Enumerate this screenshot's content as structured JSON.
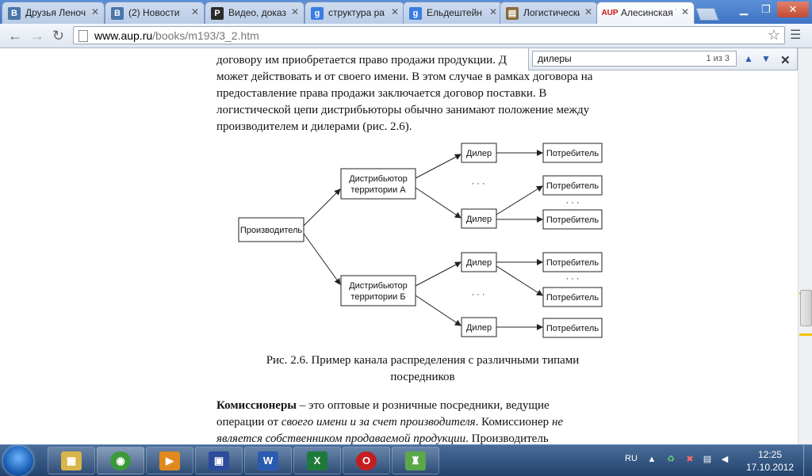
{
  "tabs": [
    {
      "title": "Друзья Леноч",
      "favicon": "В",
      "favicon_color": "#4a76a8",
      "active": false
    },
    {
      "title": "(2) Новости",
      "favicon": "В",
      "favicon_color": "#4a76a8",
      "active": false
    },
    {
      "title": "Видео, доказ",
      "favicon": "P",
      "favicon_color": "#2b2b2b",
      "active": false
    },
    {
      "title": "структура ра",
      "favicon": "g",
      "favicon_color": "#3b7de0",
      "active": false
    },
    {
      "title": "Ельдештейн Ю",
      "favicon": "g",
      "favicon_color": "#3b7de0",
      "active": false
    },
    {
      "title": "Логистически",
      "favicon": "▤",
      "favicon_color": "#8a6a3a",
      "active": false
    },
    {
      "title": "Алесинская Т",
      "favicon": "AUP",
      "favicon_color": "#cc1111",
      "active": true
    }
  ],
  "address": {
    "host": "www.aup.ru",
    "path": "/books/m193/3_2.htm"
  },
  "find": {
    "query": "дилеры",
    "count": "1 из 3"
  },
  "article": {
    "lines_top": [
      "договору им приобретается право продажи продукции. Д",
      "может действовать и от своего имени. В этом случае в рамках договора на",
      "предоставление права продажи заключается договор поставки. В",
      "логистической цепи дистрибьюторы обычно занимают положение между",
      "производителем и дилерами (рис. 2.6)."
    ],
    "caption_line1": "Рис. 2.6. Пример канала распределения с различными типами",
    "caption_line2": "посредников",
    "bottom_bold": "Комиссионеры",
    "bottom_rest": " – это оптовые и розничные посредники, ведущие",
    "bottom_line2_plain": "операции от ",
    "bottom_line2_italic": "своего имени и за счет производителя",
    "bottom_line2_end": ". Комиссионер ",
    "bottom_line2_italic2": "не",
    "bottom_line3_italic": "является собственником продаваемой продукции",
    "bottom_line3_end": ". Производитель"
  },
  "diagram": {
    "producer": "Производитель",
    "distributor_a_line1": "Дистрибьютор",
    "distributor_a_line2": "территории А",
    "distributor_b_line1": "Дистрибьютор",
    "distributor_b_line2": "территории Б",
    "dealer": "Дилер",
    "consumer": "Потребитель",
    "dots": "· · ·"
  },
  "taskbar": {
    "lang": "RU",
    "time": "12:25",
    "date": "17.10.2012",
    "apps": [
      {
        "name": "explorer",
        "icon": "▦",
        "color": "#d9b44a"
      },
      {
        "name": "chrome",
        "icon": "◉",
        "color": "#3a9a3a"
      },
      {
        "name": "media-player",
        "icon": "▶",
        "color": "#e08a1e"
      },
      {
        "name": "save-disk",
        "icon": "▣",
        "color": "#2b4c9a"
      },
      {
        "name": "word",
        "icon": "W",
        "color": "#2b5bb0"
      },
      {
        "name": "excel",
        "icon": "X",
        "color": "#1e7a3a"
      },
      {
        "name": "opera",
        "icon": "O",
        "color": "#c41e1e"
      },
      {
        "name": "gadget",
        "icon": "♜",
        "color": "#5aa84a"
      }
    ]
  }
}
